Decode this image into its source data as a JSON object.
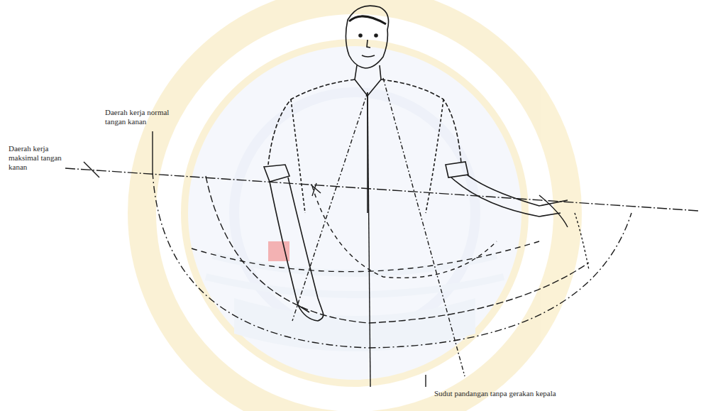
{
  "diagram": {
    "labels": [
      "Daerah kerja normal tangan kanan",
      "Daerah kerja maksimal tangan kanan",
      "Sudut pandangan tanpa gerakan kepala"
    ]
  }
}
